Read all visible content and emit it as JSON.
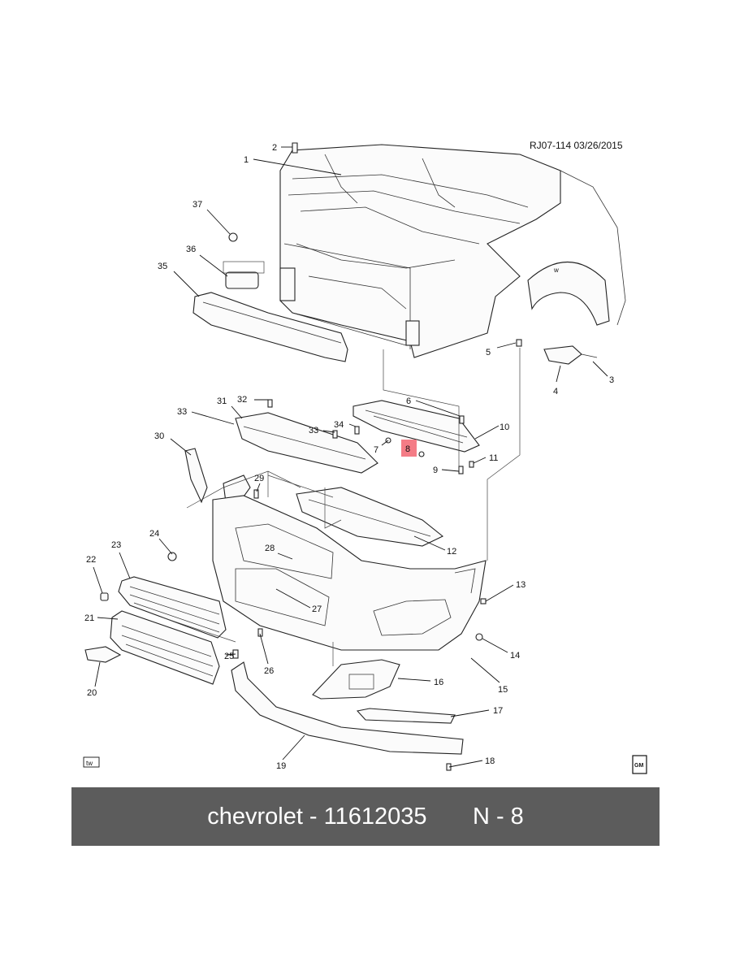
{
  "header": {
    "ref": "RJ07-114  03/26/2015"
  },
  "labels": [
    "1",
    "2",
    "3",
    "4",
    "5",
    "6",
    "7",
    "8",
    "9",
    "10",
    "11",
    "12",
    "13",
    "14",
    "15",
    "16",
    "17",
    "18",
    "19",
    "20",
    "21",
    "22",
    "23",
    "24",
    "25",
    "26",
    "27",
    "28",
    "29",
    "30",
    "31",
    "32",
    "33",
    "33",
    "34",
    "35",
    "36",
    "37"
  ],
  "highlight": {
    "label": "8",
    "color": "#f47c86"
  },
  "corner_marks": {
    "left": "tw",
    "right": "GM"
  },
  "footer": {
    "part_text": "chevrolet - 11612035",
    "page_text": "N - 8"
  }
}
